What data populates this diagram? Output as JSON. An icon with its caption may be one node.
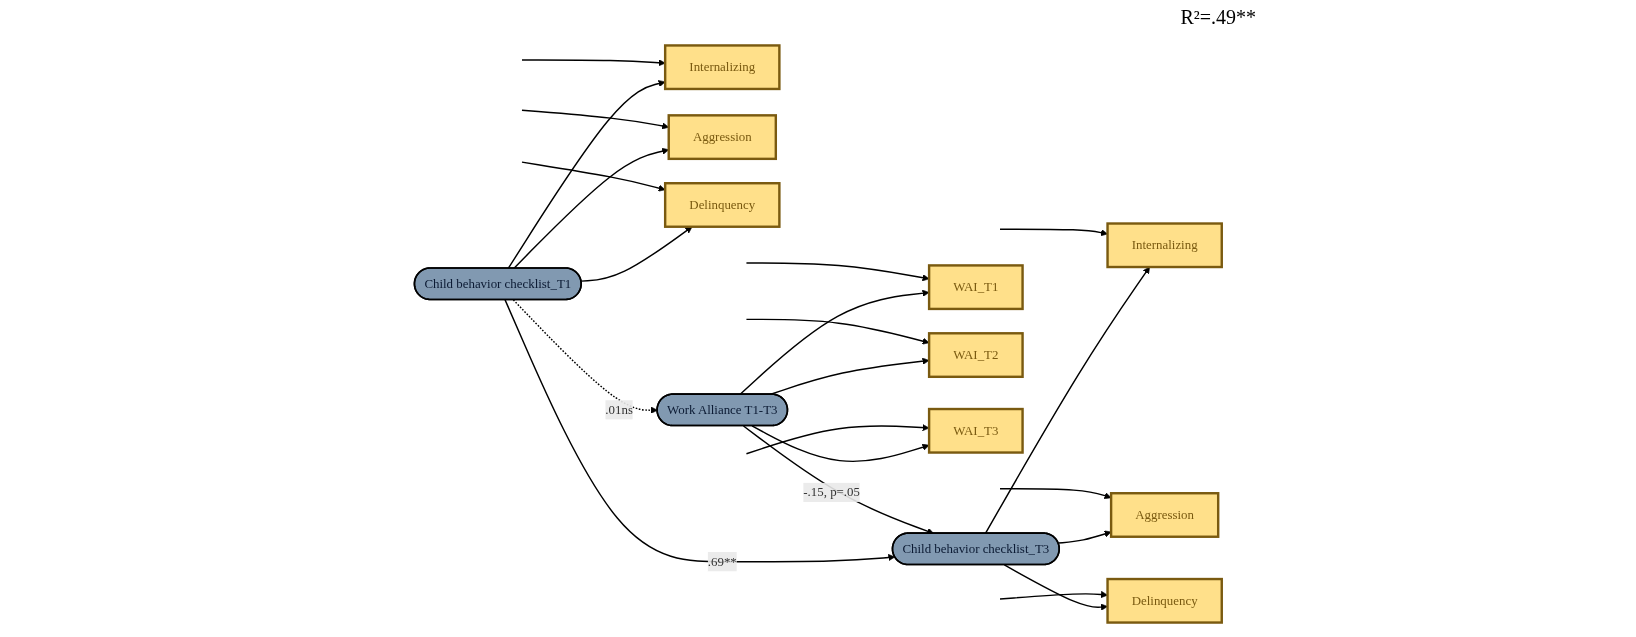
{
  "diagram": {
    "nodes": [
      {
        "text": [
          "Child behavior checklist_T1"
        ]
      },
      {
        "text": [
          "Internalizing"
        ]
      },
      {
        "text": [
          "Aggression"
        ]
      },
      {
        "text": [
          "Delinquency"
        ]
      },
      {
        "text": [
          "Child behavior checklist_T3"
        ]
      },
      {
        "text": [
          "Internalizing"
        ]
      },
      {
        "text": [
          "Aggression"
        ]
      },
      {
        "text": [
          "Delinquency"
        ]
      },
      {
        "text": [
          "Work Alliance T1-T3"
        ]
      },
      {
        "text": [
          "WAI_T1"
        ]
      },
      {
        "text": [
          "WAI_T2"
        ]
      },
      {
        "text": [
          "WAI_T3"
        ]
      }
    ],
    "edges": [
      {
        "from": 0,
        "to": 1,
        "arrow": "to"
      },
      {
        "from": 0,
        "to": 2,
        "arrow": "to"
      },
      {
        "from": 0,
        "to": 3,
        "arrow": "to"
      },
      {
        "from": 0,
        "to": 4,
        "arrow": "to",
        "label": ".69**"
      },
      {
        "from": 0,
        "to": 8,
        "arrow": "to",
        "label": ".01ns",
        "style": "dashed"
      },
      {
        "from": 8,
        "to": 4,
        "arrow": "to",
        "label": "-.15, p=.05"
      },
      {
        "from": 4,
        "to": 5,
        "arrow": "to"
      },
      {
        "from": 4,
        "to": 6,
        "arrow": "to"
      },
      {
        "from": 4,
        "to": 7,
        "arrow": "to"
      },
      {
        "from": 8,
        "to": 9,
        "arrow": "to"
      },
      {
        "from": 8,
        "to": 10,
        "arrow": "to"
      },
      {
        "from": 8,
        "to": 11,
        "arrow": "to"
      },
      {
        "from": null,
        "to": 1,
        "arrow": "to"
      },
      {
        "from": null,
        "to": 2,
        "arrow": "to"
      },
      {
        "from": null,
        "to": 3,
        "arrow": "to"
      },
      {
        "from": null,
        "to": 5,
        "arrow": "to"
      },
      {
        "from": null,
        "to": 6,
        "arrow": "to"
      },
      {
        "from": null,
        "to": 7,
        "arrow": "to"
      },
      {
        "from": null,
        "to": 9,
        "arrow": "to"
      },
      {
        "from": null,
        "to": 10,
        "arrow": "to"
      },
      {
        "from": null,
        "to": 11,
        "arrow": "to"
      }
    ],
    "labels": [
      "R²=.49**"
    ]
  }
}
